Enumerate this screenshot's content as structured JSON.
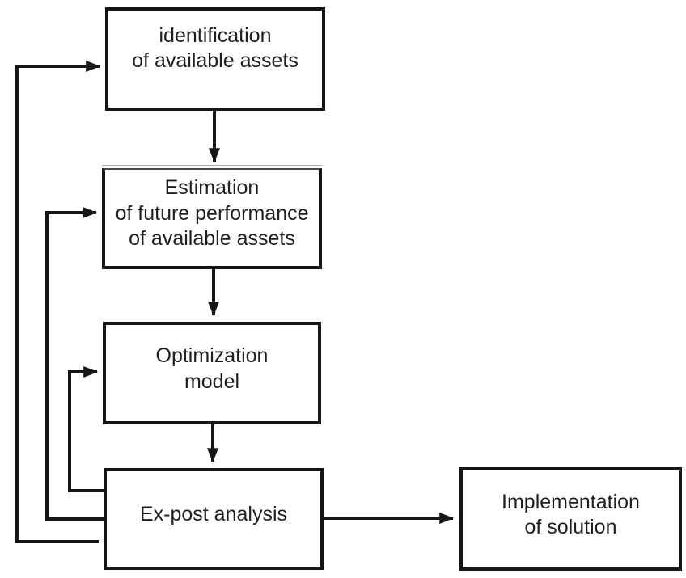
{
  "diagram": {
    "type": "flowchart",
    "background": "#ffffff",
    "colors": {
      "line": "#161616",
      "box_border": "#161616",
      "text": "#1f1f1f"
    },
    "nodes": {
      "identification": {
        "label": "identification\nof available assets"
      },
      "estimation": {
        "label": "Estimation\nof future performance\nof available assets"
      },
      "optimization": {
        "label": "Optimization\nmodel"
      },
      "expost": {
        "label": "Ex-post analysis"
      },
      "implementation": {
        "label": "Implementation\nof solution"
      }
    },
    "edges": [
      {
        "from": "identification",
        "to": "estimation",
        "type": "flow"
      },
      {
        "from": "estimation",
        "to": "optimization",
        "type": "flow"
      },
      {
        "from": "optimization",
        "to": "expost",
        "type": "flow"
      },
      {
        "from": "expost",
        "to": "implementation",
        "type": "flow"
      },
      {
        "from": "expost",
        "to": "optimization",
        "type": "feedback"
      },
      {
        "from": "expost",
        "to": "estimation",
        "type": "feedback"
      },
      {
        "from": "expost",
        "to": "identification",
        "type": "feedback"
      }
    ]
  }
}
